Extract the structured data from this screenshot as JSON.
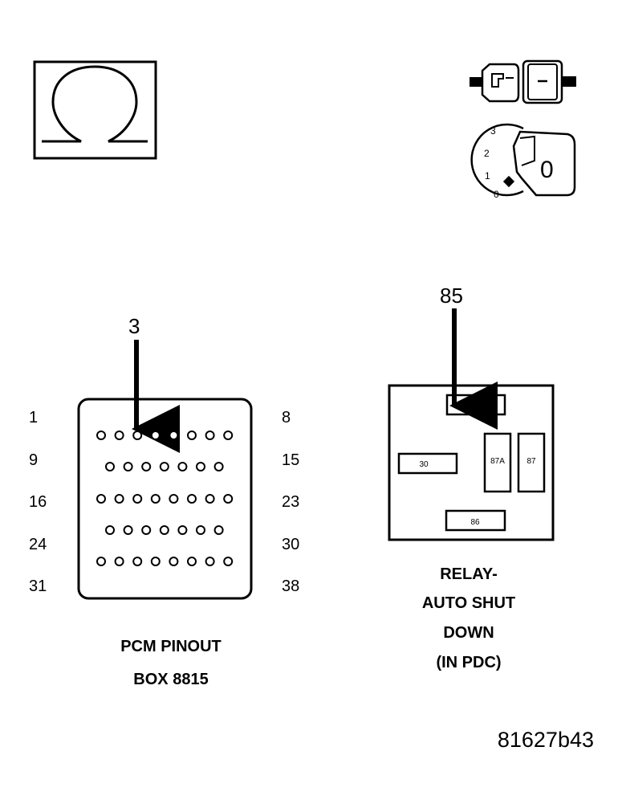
{
  "ohm_symbol": "Ω",
  "ignition": {
    "positions": [
      "3",
      "2",
      "1",
      "0"
    ],
    "key_label": "0"
  },
  "pcm": {
    "pointer_label": "3",
    "left_labels": [
      "1",
      "9",
      "16",
      "24",
      "31"
    ],
    "right_labels": [
      "8",
      "15",
      "23",
      "30",
      "38"
    ],
    "rows": [
      8,
      7,
      8,
      7,
      8
    ],
    "caption_line1": "PCM PINOUT",
    "caption_line2": "BOX 8815"
  },
  "relay": {
    "pointer_label": "85",
    "terminals": {
      "t85": "85",
      "t30": "30",
      "t87a": "87A",
      "t87": "87",
      "t86": "86"
    },
    "caption_lines": [
      "RELAY-",
      "AUTO SHUT",
      "DOWN",
      "(IN PDC)"
    ]
  },
  "figure_id": "81627b43"
}
